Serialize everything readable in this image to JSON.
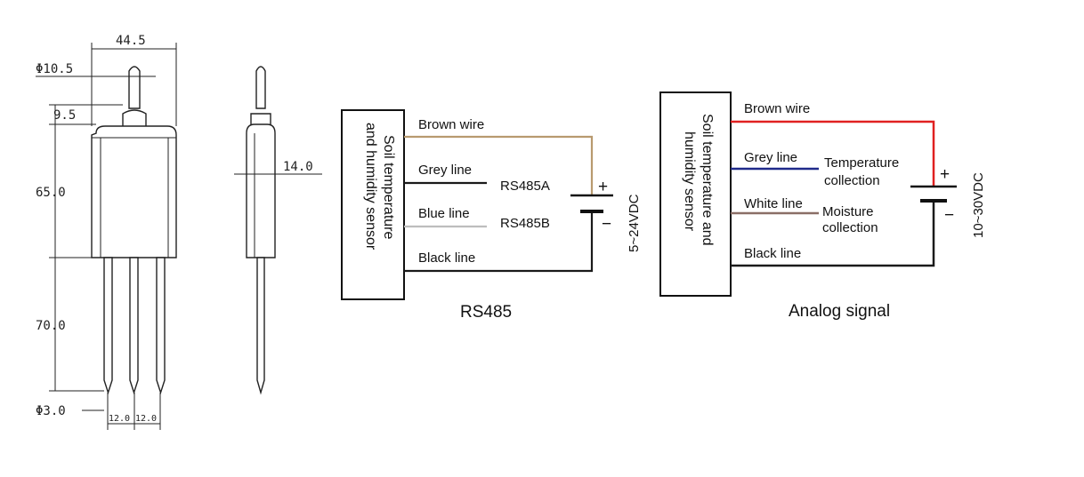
{
  "drawing": {
    "dims": {
      "width": "44.5",
      "tip_dia": "Φ10.5",
      "collar": "9.5",
      "body_height": "65.0",
      "probe_length": "70.0",
      "probe_dia": "Φ3.0",
      "pitch_1": "12.0",
      "pitch_2": "12.0",
      "thickness": "14.0"
    }
  },
  "rs485": {
    "box_label_line1": "Soil temperature",
    "box_label_line2": "and humidity sensor",
    "wires": [
      {
        "label": "Brown wire",
        "color": "#b89a6f"
      },
      {
        "label": "Grey line",
        "color": "#1a1a1a",
        "signal": "RS485A"
      },
      {
        "label": "Blue line",
        "color": "#bdbdbd",
        "signal": "RS485B"
      },
      {
        "label": "Black line",
        "color": "#1a1a1a"
      }
    ],
    "plus": "+",
    "minus": "−",
    "voltage": "5~24VDC",
    "caption": "RS485"
  },
  "analog": {
    "box_label_line1": "Soil temperature and",
    "box_label_line2": "humidity sensor",
    "wires": [
      {
        "label": "Brown wire",
        "color": "#e02020"
      },
      {
        "label": "Grey line",
        "color": "#1f2a8a",
        "signal_line1": "Temperature",
        "signal_line2": "collection"
      },
      {
        "label": "White line",
        "color": "#8a6e66",
        "signal_line1": "Moisture",
        "signal_line2": "collection"
      },
      {
        "label": "Black line",
        "color": "#1a1a1a"
      }
    ],
    "plus": "+",
    "minus": "−",
    "voltage": "10~30VDC",
    "caption": "Analog signal"
  }
}
